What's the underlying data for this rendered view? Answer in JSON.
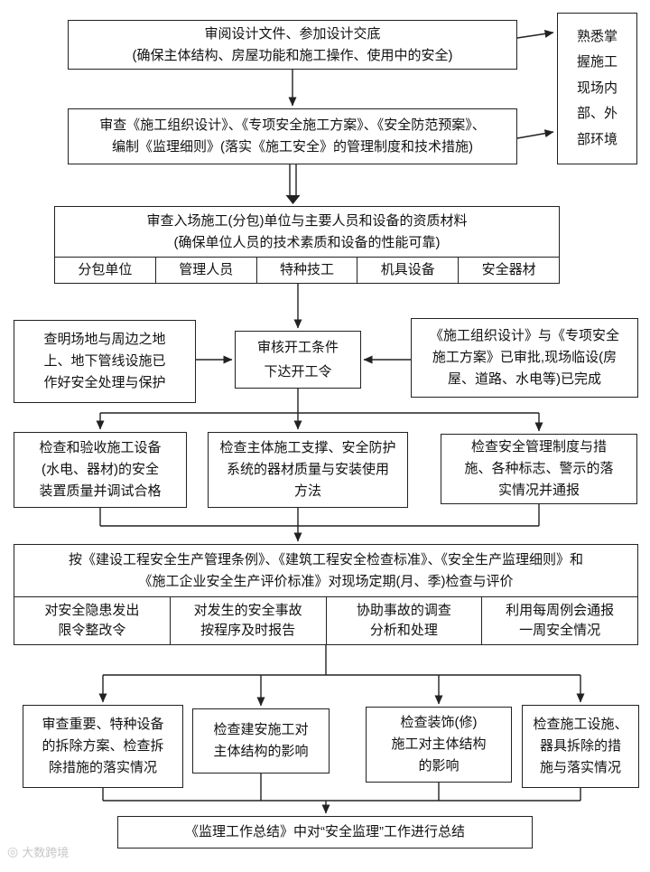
{
  "page": {
    "background": "#ffffff",
    "line_color": "#222222"
  },
  "watermark": {
    "icon": "◎",
    "text": "大数跨境"
  },
  "nodes": {
    "review_design": "审阅设计文件、参加设计交底\n(确保主体结构、房屋功能和施工操作、使用中的安全)",
    "familiarize_environment": "熟悉掌\n握施工\n现场内\n部、外\n部环境",
    "review_plans": "审查《施工组织设计》、《专项安全施工方案》、《安全防范预案》、\n编制《监理细则》(落实《施工安全》的管理制度和技术措施)",
    "qualification": {
      "title": "审查入场施工(分包)单位与主要人员和设备的资质材料\n(确保单位人员的技术素质和设备的性能可靠)",
      "cells": [
        "分包单位",
        "管理人员",
        "特种技工",
        "机具设备",
        "安全器材"
      ]
    },
    "site_protection": "查明场地与周边之地\n上、地下管线设施已\n作好安全处理与保护",
    "approve_commencement": "审核开工条件\n下达开工令",
    "plans_approved": "《施工组织设计》与《专项安全\n施工方案》已审批,现场临设(房\n屋、道路、水电等)已完成",
    "inspect_equipment": "检查和验收施工设备\n(水电、器材)的安全\n装置质量并调试合格",
    "inspect_support": "检查主体施工支撑、安全防护\n系统的器材质量与安装使用\n方法",
    "inspect_management": "检查安全管理制度与措\n施、各种标志、警示的落\n实情况并通报",
    "periodic": {
      "title": "按《建设工程安全生产管理条例》、《建筑工程安全检查标准》、《安全生产监理细则》和\n《施工企业安全生产评价标准》对现场定期(月、季)检查与评价",
      "cells": [
        "对安全隐患发出\n限令整改令",
        "对发生的安全事故\n按程序及时报告",
        "协助事故的调查\n分析和处理",
        "利用每周例会通报\n一周安全情况"
      ]
    },
    "review_demolition": "审查重要、特种设备\n的拆除方案、检查拆\n除措施的落实情况",
    "inspect_construction_impact": "检查建安施工对\n主体结构的影响",
    "inspect_decoration_impact": "检查装饰(修)\n施工对主体结构\n的影响",
    "inspect_facility_removal": "检查施工设施、\n器具拆除的措\n施与落实情况",
    "summary": "《监理工作总结》中对“安全监理”工作进行总结"
  }
}
